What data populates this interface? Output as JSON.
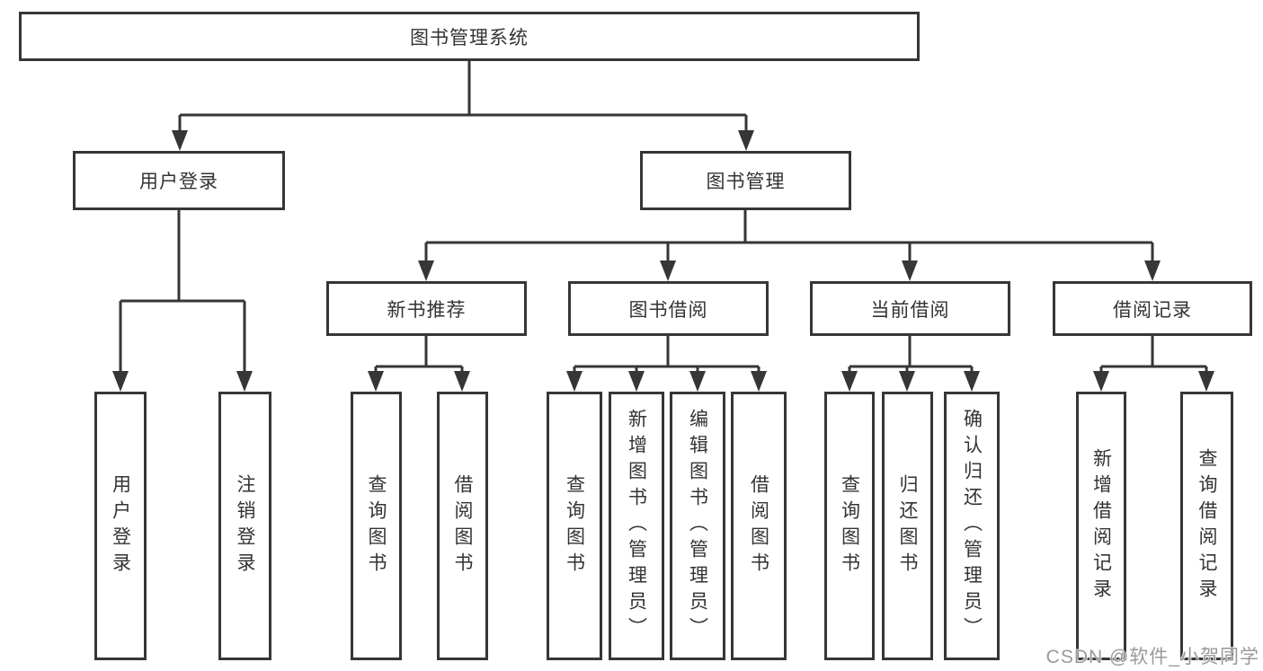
{
  "diagram": {
    "root": {
      "label": "图书管理系统"
    },
    "branches": {
      "user_login": {
        "label": "用户登录",
        "children": [
          "用户登录",
          "注销登录"
        ]
      },
      "book_management": {
        "label": "图书管理"
      }
    },
    "modules": [
      {
        "label": "新书推荐",
        "children": [
          "查询图书",
          "借阅图书"
        ]
      },
      {
        "label": "图书借阅",
        "children": [
          "查询图书",
          "新增图书（管理员）",
          "编辑图书（管理员）",
          "借阅图书"
        ]
      },
      {
        "label": "当前借阅",
        "children": [
          "查询图书",
          "归还图书",
          "确认归还（管理员）"
        ]
      },
      {
        "label": "借阅记录",
        "children": [
          "新增借阅记录",
          "查询借阅记录"
        ]
      }
    ],
    "watermark": "CSDN @软件_小贺同学",
    "colors": {
      "line": "#363636",
      "box_border": "#363636",
      "box_fill": "#ffffff",
      "text": "#333333",
      "watermark": "#999999"
    }
  }
}
